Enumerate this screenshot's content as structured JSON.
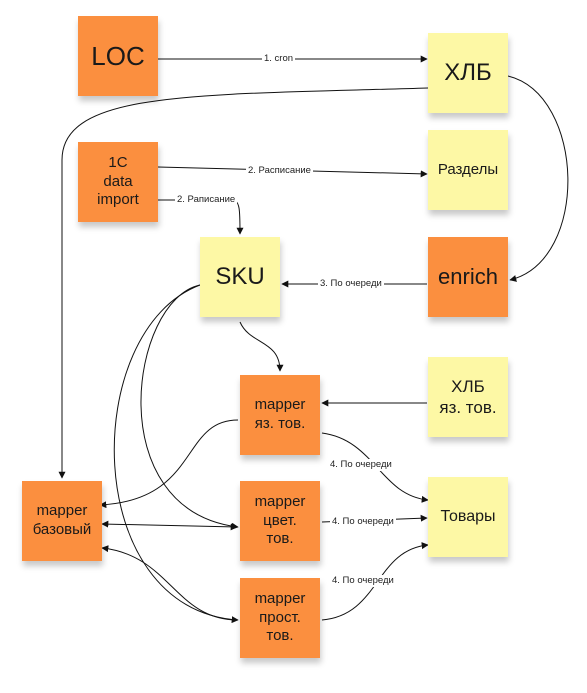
{
  "nodes": {
    "loc": "LOC",
    "hlb": "ХЛБ",
    "import_1c": "1C\ndata\nimport",
    "razdely": "Разделы",
    "sku": "SKU",
    "enrich": "enrich",
    "mapper_lang": "mapper\nяз. тов.",
    "hlb_lang": "ХЛБ\nяз. тов.",
    "mapper_base": "mapper\nбазовый",
    "mapper_color": "mapper\nцвет.\nтов.",
    "tovary": "Товары",
    "mapper_simple": "mapper\nпрост.\nтов."
  },
  "edges": {
    "cron": "1. cron",
    "schedule": "2. Расписание",
    "schedule_typo": "2. Раписание",
    "queue_enrich": "3. По очереди",
    "queue_lang": "4. По очереди",
    "queue_color": "4. По очереди",
    "queue_simple": "4. По очереди"
  },
  "colors": {
    "orange": "#fb8f3f",
    "yellow": "#fdf8a5",
    "line": "#111111"
  }
}
